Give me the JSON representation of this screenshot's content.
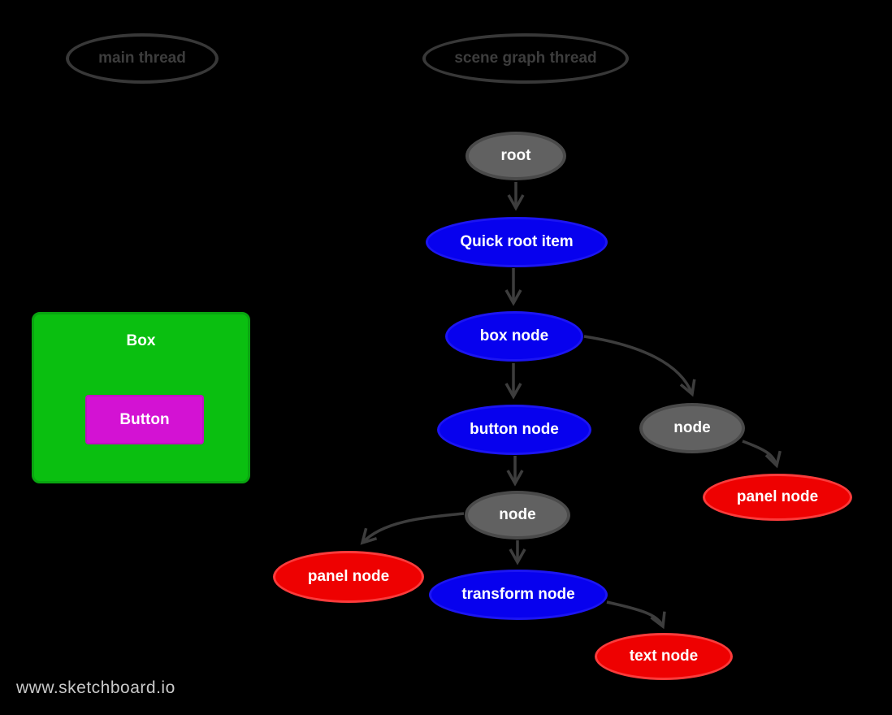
{
  "watermark": "www.sketchboard.io",
  "threads": {
    "main": {
      "label": "main thread"
    },
    "scene": {
      "label": "scene graph thread"
    }
  },
  "ui_preview": {
    "box_label": "Box",
    "button_label": "Button"
  },
  "graph": {
    "nodes": [
      {
        "id": "root",
        "label": "root",
        "type": "gray"
      },
      {
        "id": "quick-root-item",
        "label": "Quick root item",
        "type": "blue"
      },
      {
        "id": "box-node",
        "label": "box node",
        "type": "blue"
      },
      {
        "id": "button-node",
        "label": "button node",
        "type": "blue"
      },
      {
        "id": "node-a",
        "label": "node",
        "type": "gray"
      },
      {
        "id": "panel-node-a",
        "label": "panel node",
        "type": "red"
      },
      {
        "id": "node-b",
        "label": "node",
        "type": "gray"
      },
      {
        "id": "panel-node-b",
        "label": "panel node",
        "type": "red"
      },
      {
        "id": "transform-node",
        "label": "transform node",
        "type": "blue"
      },
      {
        "id": "text-node",
        "label": "text node",
        "type": "red"
      }
    ],
    "edges": [
      {
        "from": "root",
        "to": "quick-root-item"
      },
      {
        "from": "quick-root-item",
        "to": "box-node"
      },
      {
        "from": "box-node",
        "to": "button-node"
      },
      {
        "from": "box-node",
        "to": "node-a"
      },
      {
        "from": "node-a",
        "to": "panel-node-a"
      },
      {
        "from": "button-node",
        "to": "node-b"
      },
      {
        "from": "node-b",
        "to": "panel-node-b"
      },
      {
        "from": "node-b",
        "to": "transform-node"
      },
      {
        "from": "transform-node",
        "to": "text-node"
      }
    ]
  },
  "colors": {
    "background": "#000000",
    "node_blue": "#0701ee",
    "node_red": "#ee0101",
    "node_gray": "#616161",
    "outline_stroke": "#383838",
    "outline_text": "#3d3d3d",
    "edge": "#3d3d3d",
    "box_green": "#0abf10",
    "button_magenta": "#d312d3",
    "watermark_gray": "#c9c9c9"
  }
}
